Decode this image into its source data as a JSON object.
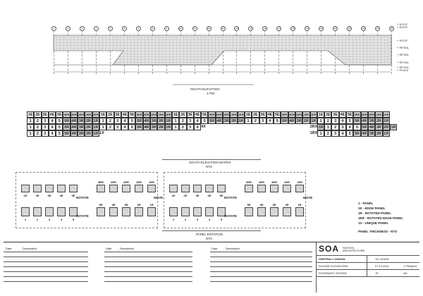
{
  "grid_numbers": [
    "1",
    "2",
    "3",
    "4",
    "5",
    "6",
    "7",
    "8",
    "9",
    "10",
    "11",
    "12",
    "13",
    "14",
    "15",
    "16",
    "17",
    "18",
    "19",
    "20",
    "21",
    "22",
    "23",
    "24",
    "25"
  ],
  "level_labels": [
    {
      "text": "ROOF"
    },
    {
      "text": "ROOF"
    },
    {
      "text": "ROOF"
    },
    {
      "text": "RETAIL"
    },
    {
      "text": "RETAIL"
    },
    {
      "text": "RETAIL"
    },
    {
      "text": "RETAIL"
    },
    {
      "text": "PLAZA"
    }
  ],
  "elevation": {
    "title": "SOUTH ELEVATION",
    "scale": "1:750"
  },
  "matrix": {
    "title": "SOUTH ELEVATION MATRIX",
    "scale": "NTS",
    "row1": [
      "1E",
      "2E",
      "3E",
      "4E",
      "5E",
      "5ER",
      "4ER",
      "3ER",
      "2ER",
      "1ER",
      "1E",
      "2E",
      "3E",
      "4E",
      "5E",
      "5ER",
      "4ER",
      "3ER",
      "2ER",
      "1ER",
      "1E",
      "2E",
      "3E",
      "4E",
      "5E",
      "5ER",
      "4ER",
      "3ER",
      "2ER",
      "1ER",
      "1E",
      "2E",
      "3E",
      "4E",
      "5E",
      "5ER",
      "4ER",
      "3ER",
      "2ER",
      "1ER",
      "1E",
      "2E",
      "3E",
      "4E",
      "5E",
      "5ER",
      "4ER",
      "3ER",
      "2ER",
      "1ER"
    ],
    "row2": [
      "1",
      "2",
      "3",
      "4",
      "5",
      "5R",
      "4R",
      "3R",
      "2R",
      "1R",
      "1",
      "2",
      "3",
      "4",
      "5",
      "5R",
      "4R",
      "3R",
      "2R",
      "1R",
      "1",
      "2",
      "3",
      "4",
      "5",
      "5R",
      "4R",
      "3R",
      "2R",
      "1R",
      "1",
      "2",
      "3",
      "4",
      "5",
      "5R",
      "4R",
      "3R",
      "2R",
      "1R",
      "1",
      "2",
      "3",
      "4",
      "5",
      "5R",
      "4R",
      "3R",
      "2R",
      "1R"
    ],
    "row3_left": [
      "1",
      "2",
      "3",
      "4",
      "5",
      "5R",
      "4R",
      "3R",
      "2R",
      "1R",
      "1",
      "2",
      "3",
      "4",
      "5",
      "5R",
      "4R",
      "3R",
      "2R",
      "1R",
      "1",
      "2",
      "3",
      "4"
    ],
    "row3_tag_left": "4X",
    "row3_tag_right": "2RX",
    "row3_right": [
      "1R",
      "1",
      "2",
      "3",
      "4",
      "5",
      "5R",
      "4R",
      "3R",
      "2R",
      "1R"
    ],
    "row4_left": [
      "1",
      "2",
      "3",
      "4",
      "5",
      "5R",
      "4R",
      "3R",
      "2R",
      "1R"
    ],
    "row4_tag_left": "1X",
    "row4_tag_right": "1RX",
    "row4_right": [
      "1",
      "2",
      "3",
      "4",
      "5",
      "5R",
      "4R",
      "3R",
      "2R",
      "1R"
    ]
  },
  "rotation": {
    "title": "PANEL ROTATION",
    "scale": "NTS",
    "edge_top": [
      "5ER",
      "4ER",
      "3ER",
      "2ER",
      "1ER"
    ],
    "edge_bottom": [
      "1E",
      "2E",
      "3E",
      "4E",
      "5E"
    ],
    "panel_top": [
      "5R",
      "4R",
      "3R",
      "2R",
      "1R"
    ],
    "panel_bottom": [
      "1",
      "2",
      "3",
      "4",
      "5"
    ],
    "rotate": "ROTATE",
    "move": "MOVE"
  },
  "legend": [
    "1 - PANEL",
    "1E - EDGE PANEL",
    "1R - ROTATED PANEL",
    "1ER - ROTATED EDGE PANEL",
    "1X - UNIQUE PANEL"
  ],
  "legend_note": "PANEL THICKNESS - NTS",
  "title_block": {
    "col_labels": [
      "Date",
      "Description",
      "Date",
      "Description",
      "Date",
      "Description"
    ],
    "logo": "SOA",
    "logo_sub": "SCHOOL ARCHITECTURE",
    "project": "CENTRAL LONGAN",
    "project_no": "111 SH238",
    "drawing": "FACADE ELEVATIONS",
    "date": "07.12.2011",
    "scale": "1:750@A3",
    "stage": "SCHEMATIC DESIGN",
    "drawn": "JS",
    "checked": "AH"
  }
}
